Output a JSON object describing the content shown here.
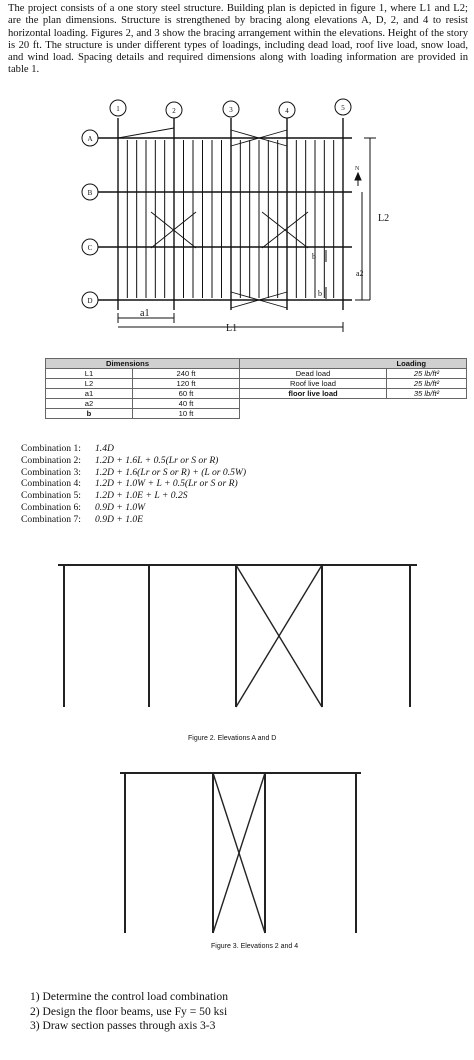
{
  "intro": "The project consists of a one story steel structure. Building plan is depicted in figure 1, where L1 and L2; are the plan dimensions. Structure is strengthened by bracing along elevations A, D, 2, and 4 to resist horizontal loading. Figures 2, and 3 show the bracing arrangement within the elevations. Height of the story is 20 ft. The structure is under different types of loadings, including dead load, roof live load, snow load, and wind load. Spacing details and required dimensions along with loading information are provided in table 1.",
  "plan": {
    "column_labels": [
      "1",
      "2",
      "3",
      "4",
      "5"
    ],
    "row_labels": [
      "A",
      "B",
      "C",
      "D"
    ],
    "north_label": "N",
    "dim_a1": "a1",
    "dim_L1": "L1",
    "dim_L2": "L2",
    "dim_a2": "a2",
    "dim_b": "b"
  },
  "table": {
    "dimensions_header": "Dimensions",
    "loading_header": "Loading",
    "dimensions": [
      {
        "symbol": "L1",
        "value": "240 ft"
      },
      {
        "symbol": "L2",
        "value": "120 ft"
      },
      {
        "symbol": "a1",
        "value": "60 ft"
      },
      {
        "symbol": "a2",
        "value": "40 ft"
      },
      {
        "symbol": "b",
        "value": "10 ft"
      }
    ],
    "loading": [
      {
        "name": "Dead load",
        "value": "25 lb/ft²"
      },
      {
        "name": "Roof live load",
        "value": "25 lb/ft²"
      },
      {
        "name": "floor live load",
        "value": "35 lb/ft²"
      }
    ]
  },
  "combinations": [
    {
      "label": "Combination 1:",
      "expr": "1.4D"
    },
    {
      "label": "Combination 2:",
      "expr": "1.2D + 1.6L + 0.5(Lr or S or R)"
    },
    {
      "label": "Combination 3:",
      "expr": "1.2D + 1.6(Lr or S or R) + (L or 0.5W)"
    },
    {
      "label": "Combination 4:",
      "expr": "1.2D + 1.0W + L + 0.5(Lr or S or R)"
    },
    {
      "label": "Combination 5:",
      "expr": "1.2D + 1.0E + L + 0.2S"
    },
    {
      "label": "Combination 6:",
      "expr": "0.9D + 1.0W"
    },
    {
      "label": "Combination 7:",
      "expr": "0.9D + 1.0E"
    }
  ],
  "figure2_caption": "Figure 2. Elevations A and D",
  "figure3_caption": "Figure 3. Elevations 2 and 4",
  "tasks": [
    "1) Determine the control load combination",
    "2) Design the floor beams, use Fy = 50 ksi",
    "3) Draw section passes through axis 3-3"
  ]
}
